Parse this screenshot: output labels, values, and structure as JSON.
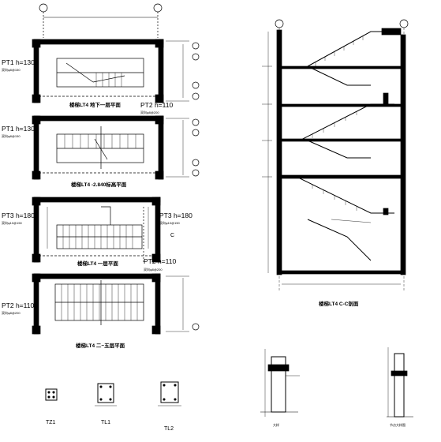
{
  "plan1": {
    "title": "楼梯LT4 地下一层平面",
    "top_left_mark": "PT1 h=130",
    "top_left_sub": "双向φ8@150",
    "bottom_right_mark": "PT2 h=110",
    "bottom_right_sub": "双向φ8@200"
  },
  "plan2": {
    "title": "楼梯LT4 -2.840标高平面",
    "top_left_mark": "PT1 h=130",
    "top_left_sub": "双向φ8@150"
  },
  "plan3": {
    "title": "楼梯LT4 一层平面",
    "left_mark": "PT3 h=180",
    "left_sub": "双向φ10@150",
    "right_mark": "PT3 h=180",
    "right_sub": "双向φ10@150",
    "bottom_right_mark": "PT2 h=110",
    "bottom_right_sub": "双向φ8@200",
    "side_letter": "C"
  },
  "plan4": {
    "title": "楼梯LT4 二~五层平面",
    "left_mark": "PT2 h=110",
    "left_sub": "双向φ8@200"
  },
  "section": {
    "title": "楼梯LT4 C-C剖面"
  },
  "details": {
    "tz1": "TZ1",
    "tl1": "TL1",
    "tl2": "TL2",
    "detail_a": "大样",
    "detail_b": "节点大样图"
  },
  "colors": {
    "ink": "#000000",
    "paper": "#ffffff"
  }
}
